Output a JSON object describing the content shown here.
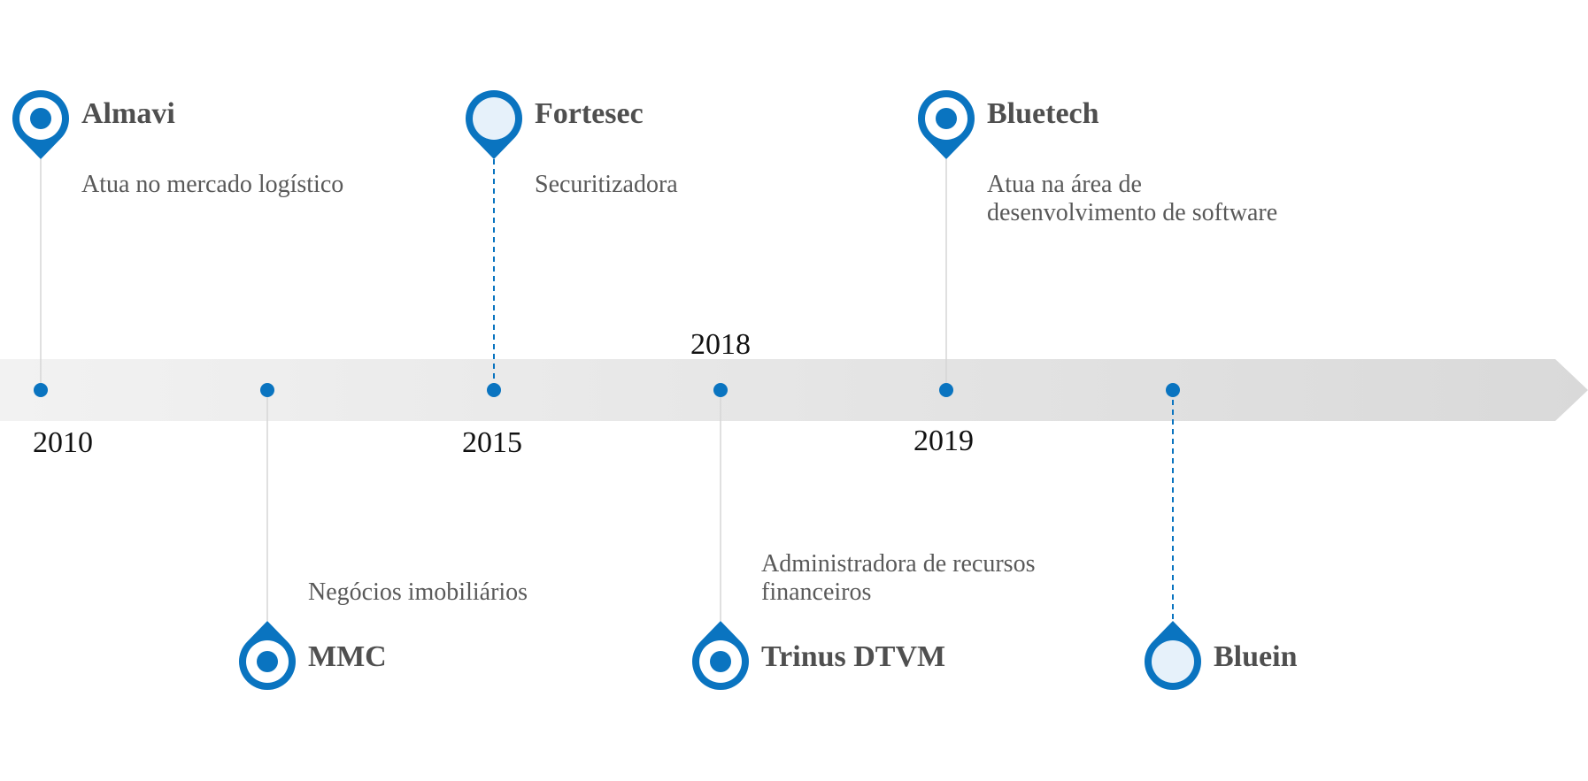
{
  "colors": {
    "accent": "#0a74c0",
    "pin_inner_light": "#e6f1fa",
    "bar_start": "#f2f2f2",
    "bar_end": "#d9d9d9",
    "connector_solid": "#d6d6d6",
    "title_text": "#4f4f4f",
    "desc_text": "#595959",
    "year_text": "#111111"
  },
  "timeline": {
    "years": [
      "2010",
      "2015",
      "2018",
      "2019"
    ],
    "events": [
      {
        "name": "Almavi",
        "description": [
          "Atua no mercado logístico"
        ],
        "pin_side": "top",
        "pin_style": "dot",
        "connector": "solid",
        "year_label": "2010"
      },
      {
        "name": "MMC",
        "description": [
          "Negócios imobiliários"
        ],
        "pin_side": "bottom",
        "pin_style": "dot",
        "connector": "solid",
        "year_label": ""
      },
      {
        "name": "Fortesec",
        "description": [
          "Securitizadora"
        ],
        "pin_side": "top",
        "pin_style": "light",
        "connector": "dashed",
        "year_label": "2015"
      },
      {
        "name": "Trinus DTVM",
        "description": [
          "Administradora de recursos",
          "financeiros"
        ],
        "pin_side": "bottom",
        "pin_style": "dot",
        "connector": "solid",
        "year_label": "2018"
      },
      {
        "name": "Bluetech",
        "description": [
          "Atua na área de",
          "desenvolvimento de software"
        ],
        "pin_side": "top",
        "pin_style": "dot",
        "connector": "solid",
        "year_label": "2019"
      },
      {
        "name": "Bluein",
        "description": [],
        "pin_side": "bottom",
        "pin_style": "light",
        "connector": "dashed",
        "year_label": ""
      }
    ]
  }
}
